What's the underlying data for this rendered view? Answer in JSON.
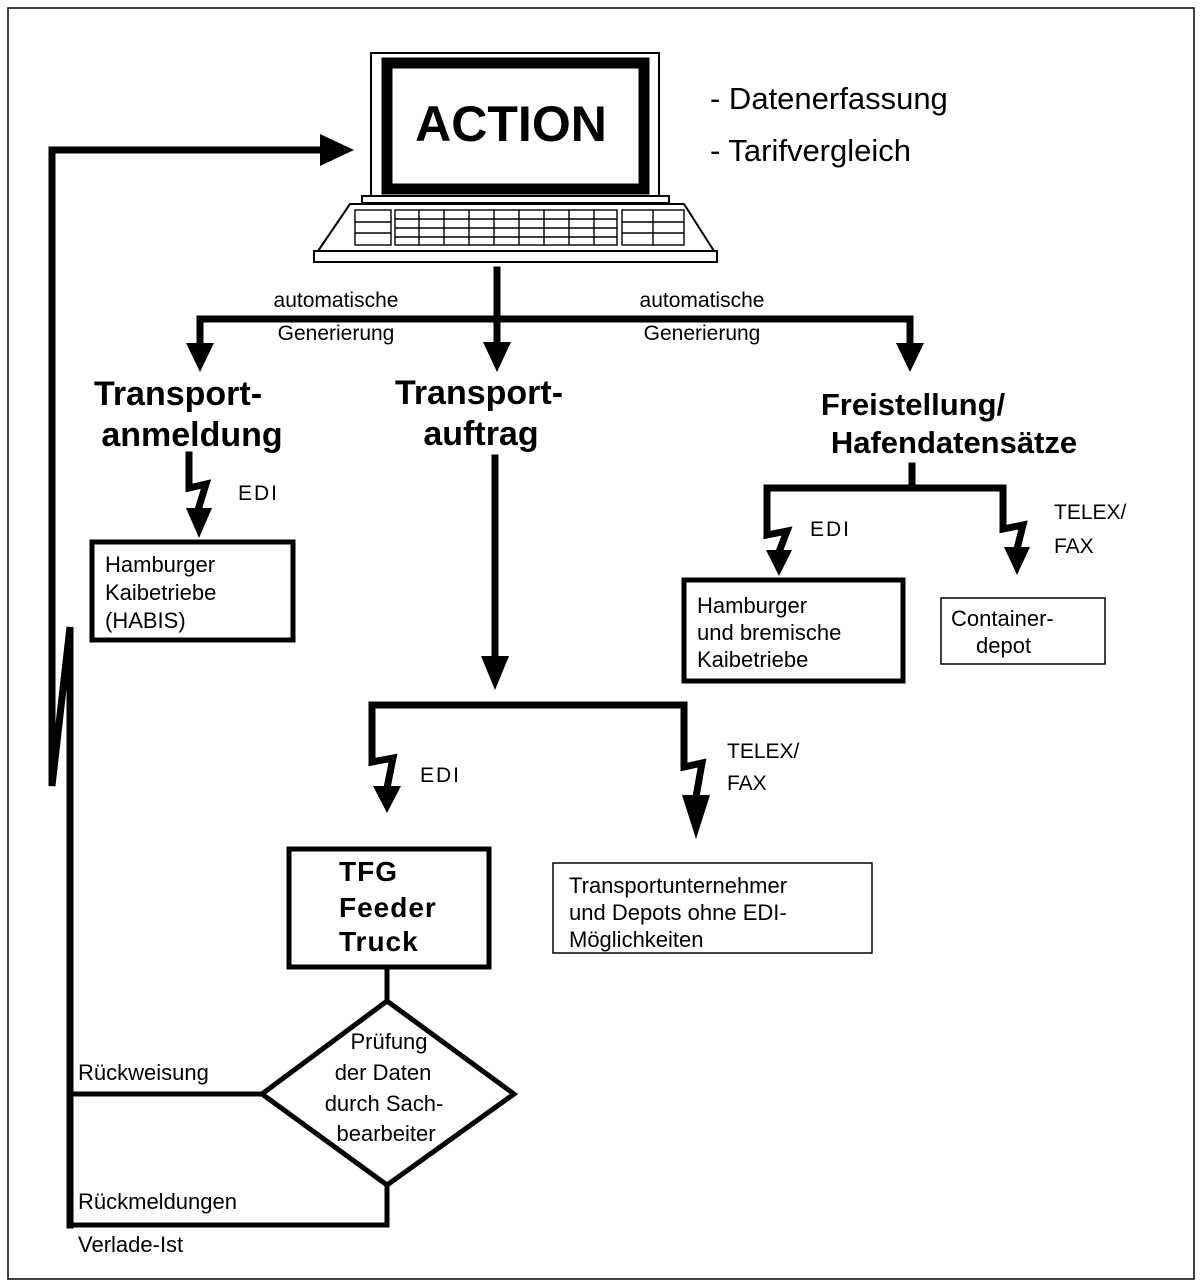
{
  "computer": {
    "screen_label": "ACTION",
    "features": [
      "- Datenerfassung",
      "- Tarifvergleich"
    ]
  },
  "branches": {
    "left_label": [
      "automatische",
      "Generierung"
    ],
    "right_label": [
      "automatische",
      "Generierung"
    ]
  },
  "nodes": {
    "transportanmeldung": [
      "Transport-",
      "anmeldung"
    ],
    "transportauftrag": [
      "Transport-",
      "auftrag"
    ],
    "freistellung": [
      "Freistellung/",
      "Hafendatensätze"
    ],
    "habis": [
      "Hamburger",
      "Kaibetriebe",
      "(HABIS)"
    ],
    "kaibetriebe": [
      "Hamburger",
      "und bremische",
      "Kaibetriebe"
    ],
    "containerdepot": [
      "Container-",
      "depot"
    ],
    "tfg": [
      "TFG",
      "Feeder",
      "Truck"
    ],
    "transportunternehmer": [
      "Transportunternehmer",
      "und Depots ohne EDI-",
      "Möglichkeiten"
    ],
    "pruefung": [
      "Prüfung",
      "der Daten",
      "durch Sach-",
      "bearbeiter"
    ]
  },
  "links": {
    "edi": "EDI",
    "telex_fax": [
      "TELEX/",
      "FAX"
    ],
    "rueckweisung": "Rückweisung",
    "rueckmeldungen": "Rückmeldungen",
    "verlade_ist": "Verlade-Ist"
  }
}
